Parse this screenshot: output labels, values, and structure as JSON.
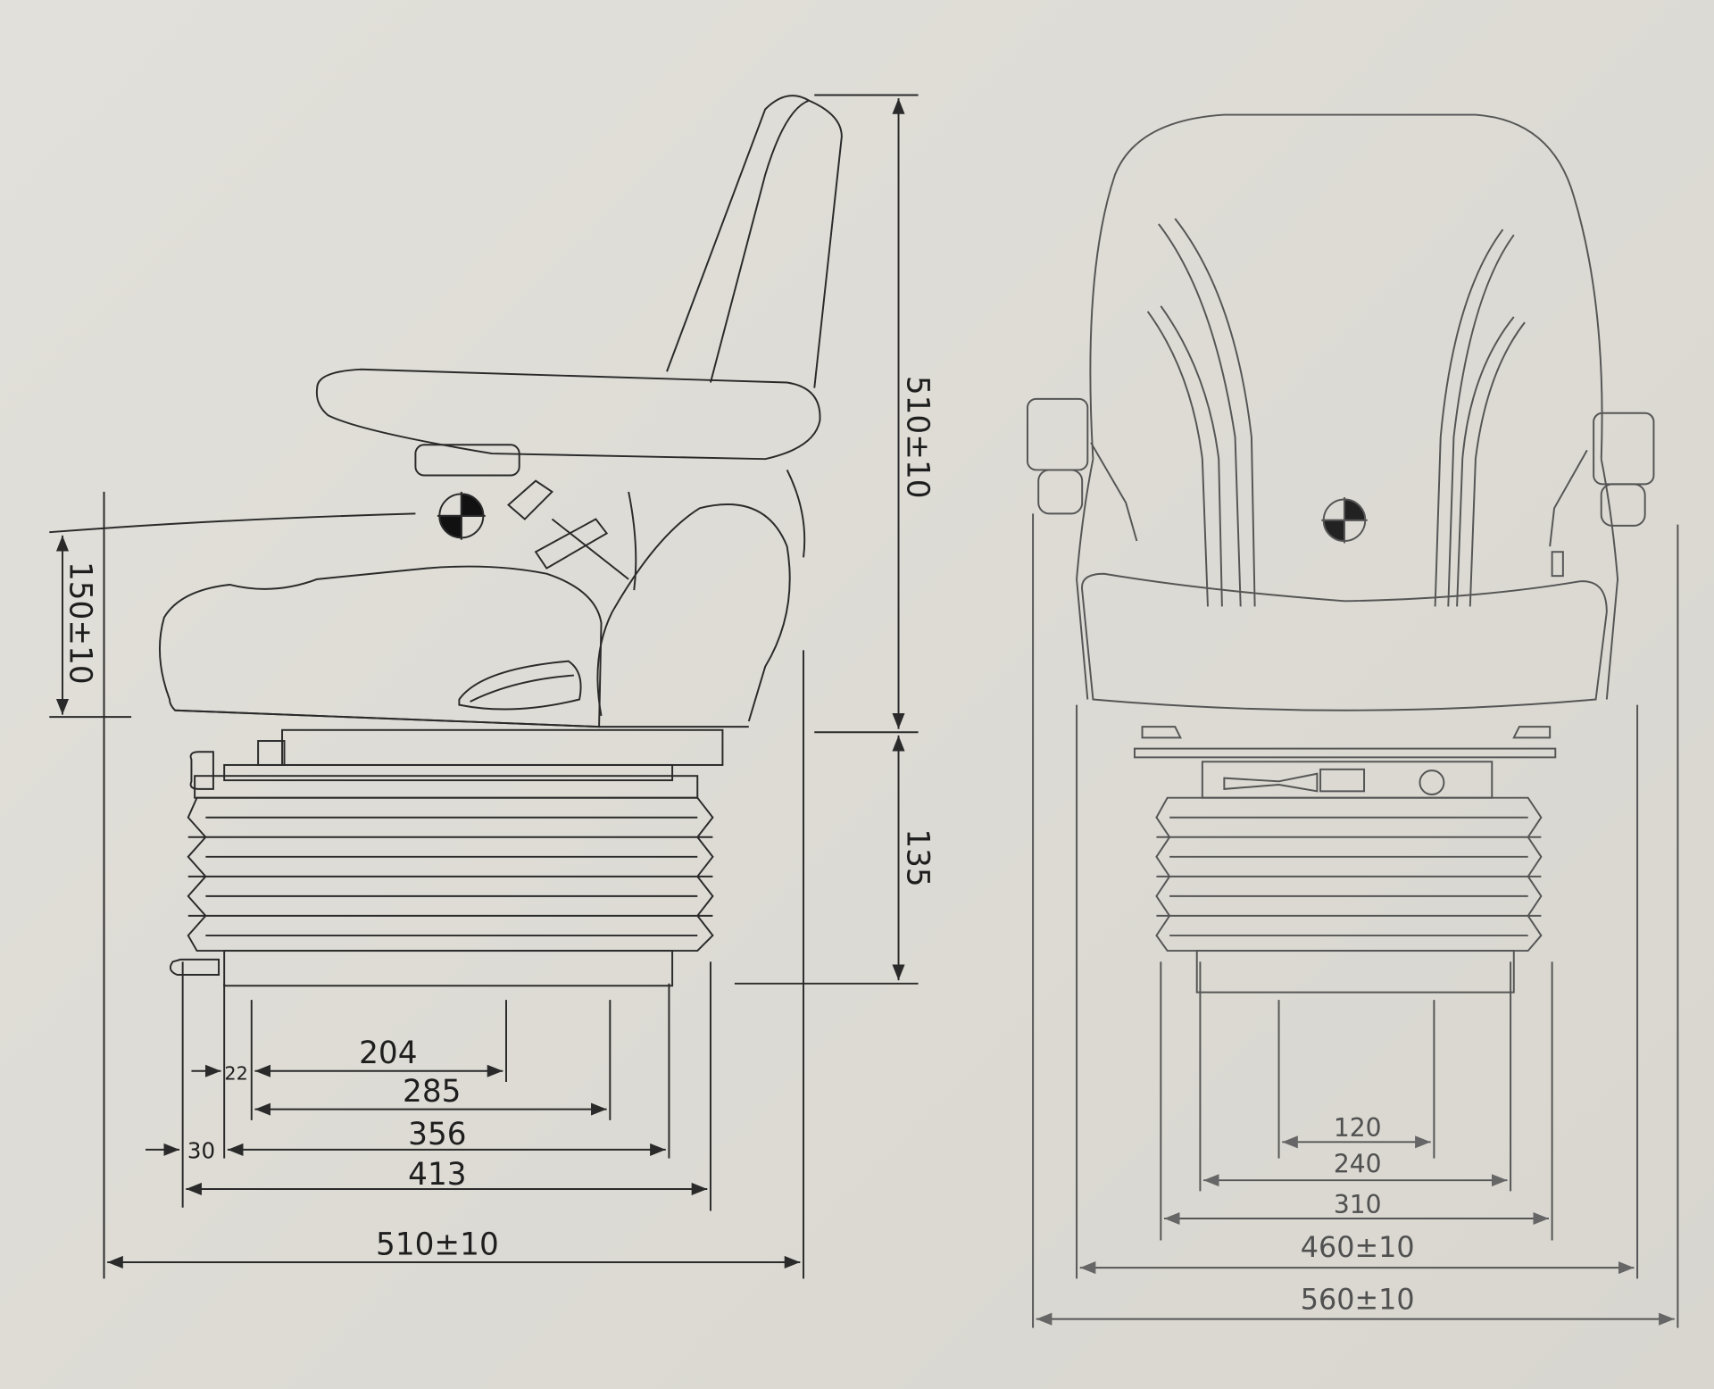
{
  "side_view": {
    "height_total": "510±10",
    "height_suspension": "135",
    "seat_height": "150±10",
    "width_total": "510±10",
    "d413": "413",
    "d356": "356",
    "d30": "30",
    "d285": "285",
    "d204": "204",
    "d22": "22"
  },
  "front_view": {
    "width_total": "560±10",
    "width_seat": "460±10",
    "d310": "310",
    "d240": "240",
    "d120": "120"
  },
  "colors": {
    "line": "#2a2a2a",
    "front_line": "#555555",
    "paper": "#dddbd5"
  }
}
